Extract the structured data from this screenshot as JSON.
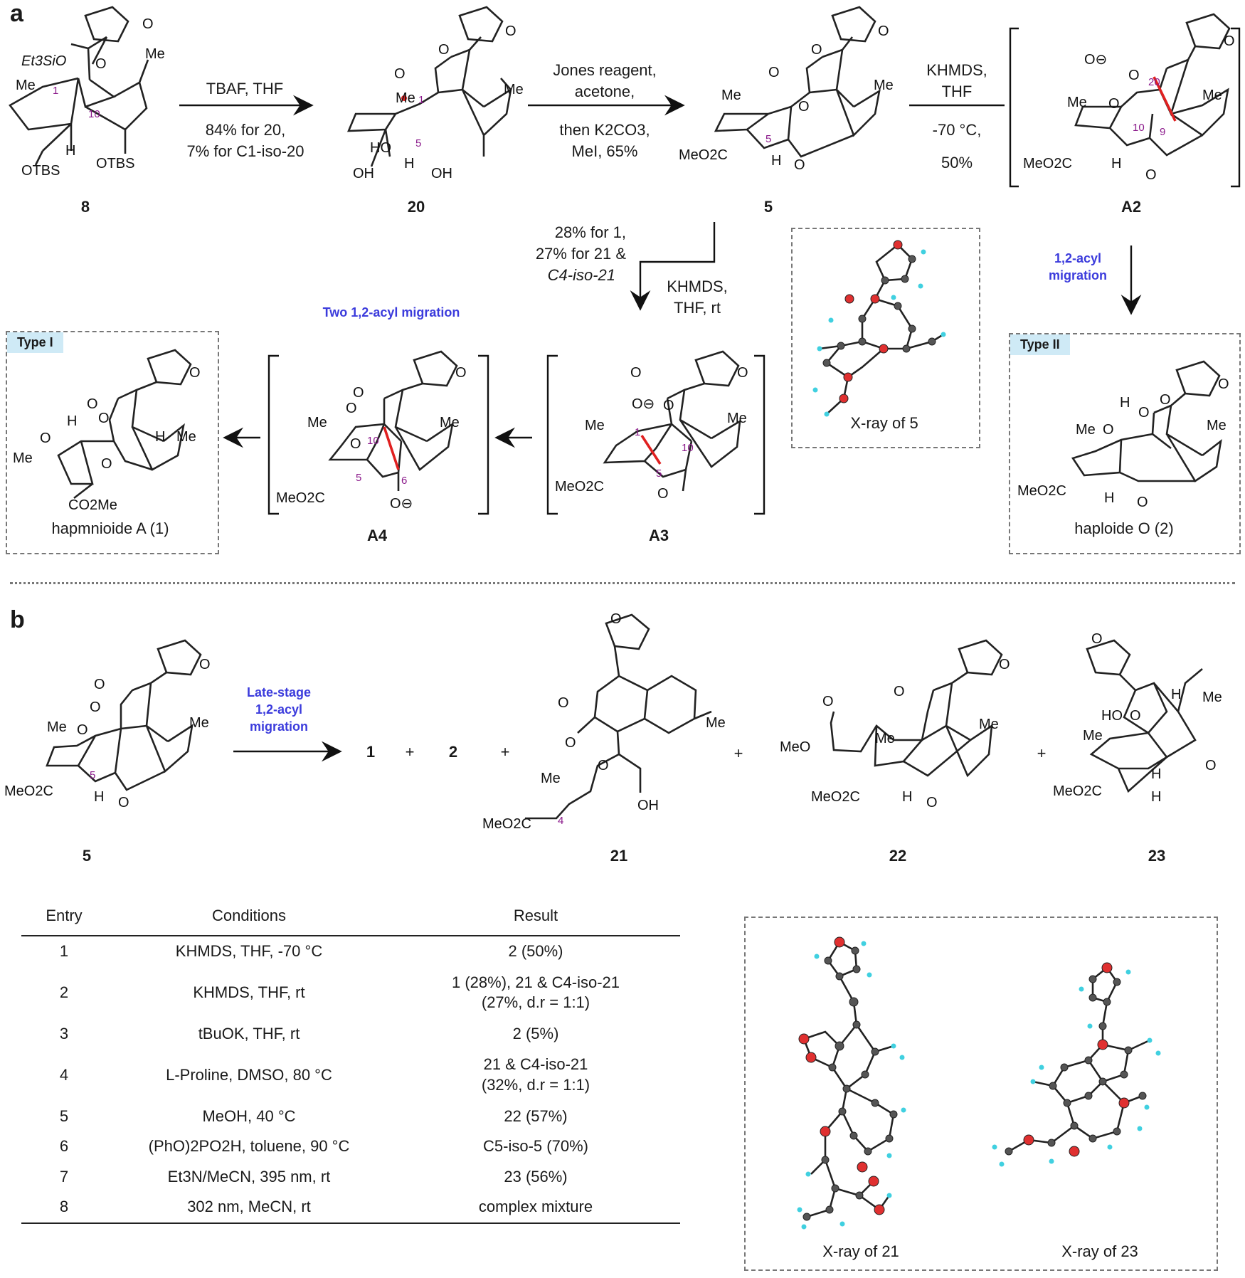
{
  "panels": {
    "a": "a",
    "b": "b"
  },
  "compounds": {
    "c8": "8",
    "c20": "20",
    "c5": "5",
    "cA2": "A2",
    "cA3": "A3",
    "cA4": "A4",
    "c5b": "5",
    "c21": "21",
    "c22": "22",
    "c23": "23",
    "p1": "1",
    "p2": "2"
  },
  "conditions": {
    "step1_top": "TBAF, THF",
    "step1_bottom_1": "84% for 20,",
    "step1_bottom_2": "7% for C1-iso-20",
    "step2_top_1": "Jones reagent,",
    "step2_top_2": "acetone,",
    "step2_bottom_1": "then K2CO3,",
    "step2_bottom_2": "MeI, 65%",
    "step3_top_1": "KHMDS,",
    "step3_top_2": "THF",
    "step3_bottom_1": "-70 °C,",
    "step3_bottom_2": "50%",
    "down_yield_1": "28% for 1,",
    "down_yield_2": "27% for 21 &",
    "down_yield_3": "C4-iso-21",
    "down_reagent_1": "KHMDS,",
    "down_reagent_2": "THF, rt"
  },
  "annotations": {
    "two_migration": "Two 1,2-acyl migration",
    "acyl_migration_1": "1,2-acyl",
    "acyl_migration_2": "migration",
    "late_stage_1": "Late-stage",
    "late_stage_2": "1,2-acyl",
    "late_stage_3": "migration",
    "type1": "Type I",
    "type2": "Type II",
    "hapmnioide": "hapmnioide A (1)",
    "haploide": "haploide O (2)",
    "xray5": "X-ray of 5",
    "xray21": "X-ray of 21",
    "xray23": "X-ray of 23",
    "plus": "+"
  },
  "atom_labels": {
    "me": "Me",
    "oh": "OH",
    "ho": "HO",
    "h": "H",
    "o": "O",
    "otbs": "OTBS",
    "et3sio": "Et3SiO",
    "meo2c": "MeO2C",
    "co2me": "CO2Me",
    "meo": "MeO",
    "oneg": "O⊖"
  },
  "atom_numbers": {
    "n1": "1",
    "n10": "10",
    "n5": "5",
    "n20": "20",
    "n9": "9",
    "n6": "6",
    "n4": "4"
  },
  "table": {
    "headers": [
      "Entry",
      "Conditions",
      "Result"
    ],
    "rows": [
      {
        "entry": "1",
        "conditions": "KHMDS, THF, -70 °C",
        "result": "2 (50%)"
      },
      {
        "entry": "2",
        "conditions": "KHMDS, THF, rt",
        "result": "1 (28%), 21 & C4-iso-21 (27%, d.r = 1:1)"
      },
      {
        "entry": "3",
        "conditions": "tBuOK, THF, rt",
        "result": "2 (5%)"
      },
      {
        "entry": "4",
        "conditions": "L-Proline, DMSO, 80 °C",
        "result": "21 & C4-iso-21 (32%, d.r = 1:1)"
      },
      {
        "entry": "5",
        "conditions": "MeOH, 40 °C",
        "result": "22 (57%)"
      },
      {
        "entry": "6",
        "conditions": "(PhO)2PO2H, toluene, 90 °C",
        "result": "C5-iso-5 (70%)"
      },
      {
        "entry": "7",
        "conditions": "Et3N/MeCN, 395 nm, rt",
        "result": "23 (56%)"
      },
      {
        "entry": "8",
        "conditions": "302 nm, MeCN, rt",
        "result": "complex mixture"
      }
    ]
  },
  "colors": {
    "blue_text": "#3b3bdc",
    "badge": "#cfeaf6",
    "atom_number": "#8b1a8b",
    "break_bond": "#e02020",
    "scissor": "#1f8fd6",
    "oxygen": "#e03030",
    "hydrogen": "#40d0e0"
  }
}
